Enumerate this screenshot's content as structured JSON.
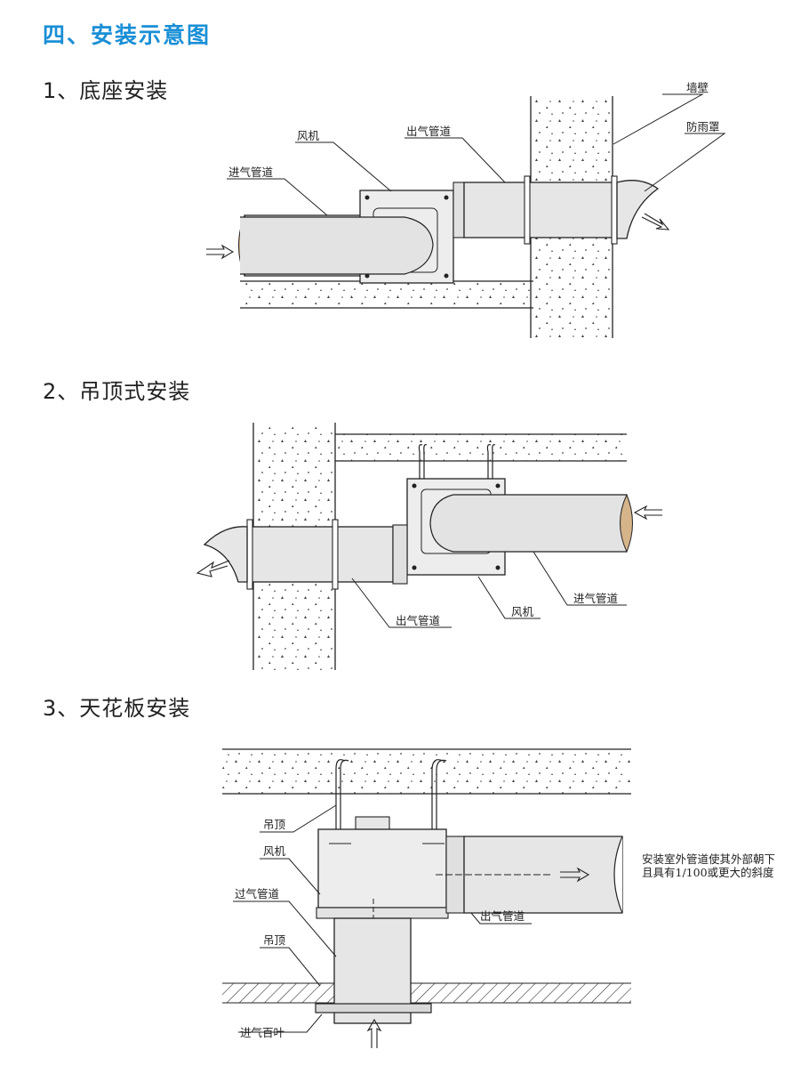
{
  "page": {
    "heading": "四、安装示意图"
  },
  "sections": [
    {
      "title": "1、底座安装",
      "labels": {
        "wall": "墙壁",
        "rain_cover": "防雨罩",
        "outlet_duct": "出气管道",
        "fan": "风机",
        "inlet_duct": "进气管道"
      }
    },
    {
      "title": "2、吊顶式安装",
      "labels": {
        "outlet_duct": "出气管道",
        "fan": "风机",
        "inlet_duct": "进气管道"
      }
    },
    {
      "title": "3、天花板安装",
      "labels": {
        "ceiling_top": "吊顶",
        "fan": "风机",
        "pass_duct": "过气管道",
        "ceiling_bottom": "吊顶",
        "inlet_louver": "进气百叶",
        "outlet_duct": "出气管道",
        "note": "安装室外管道使其外部朝下且具有1/100或更大的斜度"
      }
    }
  ]
}
